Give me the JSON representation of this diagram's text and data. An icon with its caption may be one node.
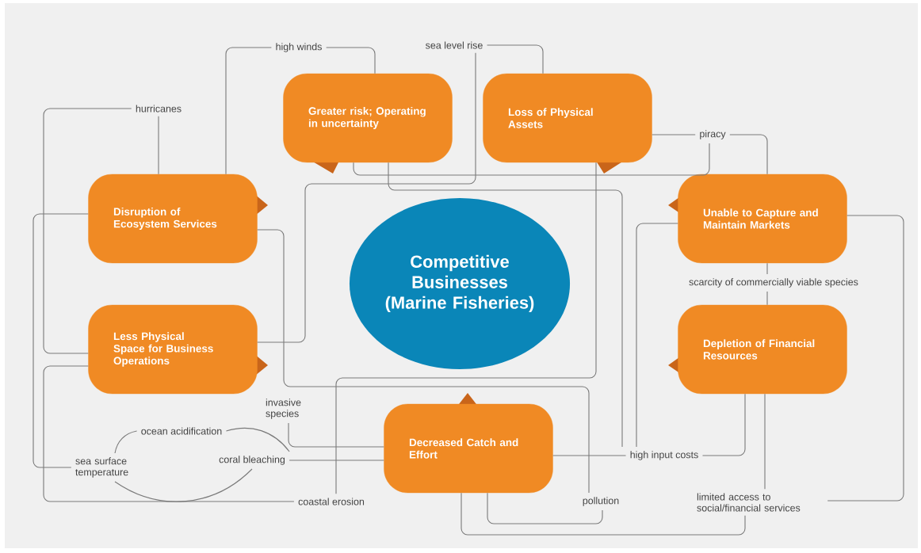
{
  "diagram": {
    "nodes": [
      {
        "text": [
          "high winds"
        ]
      },
      {
        "text": [
          "sea level rise"
        ]
      },
      {
        "text": [
          "Greater risk; Operating in uncertainty"
        ]
      },
      {
        "text": [
          "Loss of Physical Assets"
        ]
      },
      {
        "text": [
          "hurricanes"
        ]
      },
      {
        "text": [
          "piracy"
        ]
      },
      {
        "text": [
          "Disruption of Ecosystem Services"
        ]
      },
      {
        "text": [
          "Unable to Capture and Maintain Markets"
        ]
      },
      {
        "text": [
          "Competitive Businesses (Marine Fisheries)"
        ]
      },
      {
        "text": [
          "scarcity of commercially viable species"
        ]
      },
      {
        "text": [
          "Less Physical Space for Business Operations"
        ]
      },
      {
        "text": [
          "Depletion of Financial Resources"
        ]
      },
      {
        "text": [
          "invasive species"
        ]
      },
      {
        "text": [
          "ocean acidification"
        ]
      },
      {
        "text": [
          "sea surface temperature"
        ]
      },
      {
        "text": [
          "coral bleaching"
        ]
      },
      {
        "text": [
          "Decreased Catch and Effort"
        ]
      },
      {
        "text": [
          "high input costs"
        ]
      },
      {
        "text": [
          "coastal erosion"
        ]
      },
      {
        "text": [
          "pollution"
        ]
      },
      {
        "text": [
          "limited access to social/financial services"
        ]
      }
    ],
    "edges": [
      {
        "from": 0,
        "to": 6,
        "arrow": "none"
      },
      {
        "from": 0,
        "to": 2,
        "arrow": "none"
      },
      {
        "from": 1,
        "to": 3,
        "arrow": "none"
      },
      {
        "from": 1,
        "to": 10,
        "arrow": "none"
      },
      {
        "from": 4,
        "to": 6,
        "arrow": "none"
      },
      {
        "from": 4,
        "to": 10,
        "arrow": "none"
      },
      {
        "from": 6,
        "to": 14,
        "arrow": "none"
      },
      {
        "from": 10,
        "to": 18,
        "arrow": "none"
      },
      {
        "from": 18,
        "to": 3,
        "arrow": "none"
      },
      {
        "from": 6,
        "to": 19,
        "arrow": "none"
      },
      {
        "from": 2,
        "to": 5,
        "arrow": "none"
      },
      {
        "from": 2,
        "to": 17,
        "arrow": "none"
      },
      {
        "from": 3,
        "to": 5,
        "arrow": "none"
      },
      {
        "from": 5,
        "to": 7,
        "arrow": "none"
      },
      {
        "from": 7,
        "to": 17,
        "arrow": "none"
      },
      {
        "from": 7,
        "to": 20,
        "arrow": "none"
      },
      {
        "from": 9,
        "to": 7,
        "arrow": "none"
      },
      {
        "from": 9,
        "to": 11,
        "arrow": "none"
      },
      {
        "from": 11,
        "to": 17,
        "arrow": "none"
      },
      {
        "from": 11,
        "to": 20,
        "arrow": "none"
      },
      {
        "from": 12,
        "to": 16,
        "arrow": "none"
      },
      {
        "from": 15,
        "to": 16,
        "arrow": "none"
      },
      {
        "from": 16,
        "to": 17,
        "arrow": "none"
      },
      {
        "from": 16,
        "to": 19,
        "arrow": "none"
      },
      {
        "from": 16,
        "to": 20,
        "arrow": "none"
      },
      {
        "from": 13,
        "to": 15,
        "arrow": "none"
      },
      {
        "from": 15,
        "to": 14,
        "arrow": "none"
      },
      {
        "from": 14,
        "to": 13,
        "arrow": "none"
      }
    ]
  }
}
